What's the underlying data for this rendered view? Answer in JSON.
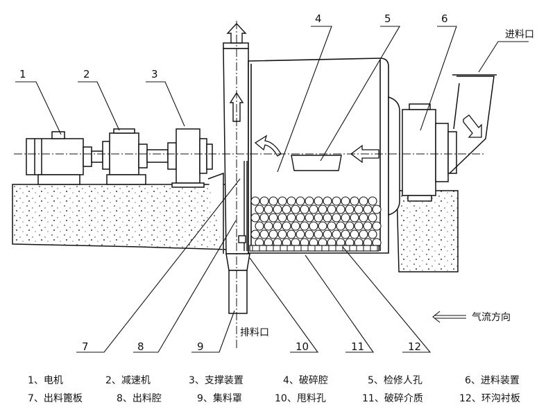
{
  "callouts": [
    "1",
    "2",
    "3",
    "4",
    "5",
    "6",
    "7",
    "8",
    "9",
    "10",
    "11",
    "12"
  ],
  "captions": {
    "inlet": "进料口",
    "outlet": "排料口",
    "airflow": "气流方向"
  },
  "legend": [
    {
      "text": "1、电机"
    },
    {
      "text": "2、减速机"
    },
    {
      "text": "3、支撑装置"
    },
    {
      "text": "4、破碎腔"
    },
    {
      "text": "5、检修人孔"
    },
    {
      "text": "6、进料装置"
    },
    {
      "text": "7、出料篦板"
    },
    {
      "text": "8、出料腔"
    },
    {
      "text": "9、集料罩"
    },
    {
      "text": "10、甩料孔"
    },
    {
      "text": "11、破碎介质"
    },
    {
      "text": "12、环沟衬板"
    }
  ]
}
